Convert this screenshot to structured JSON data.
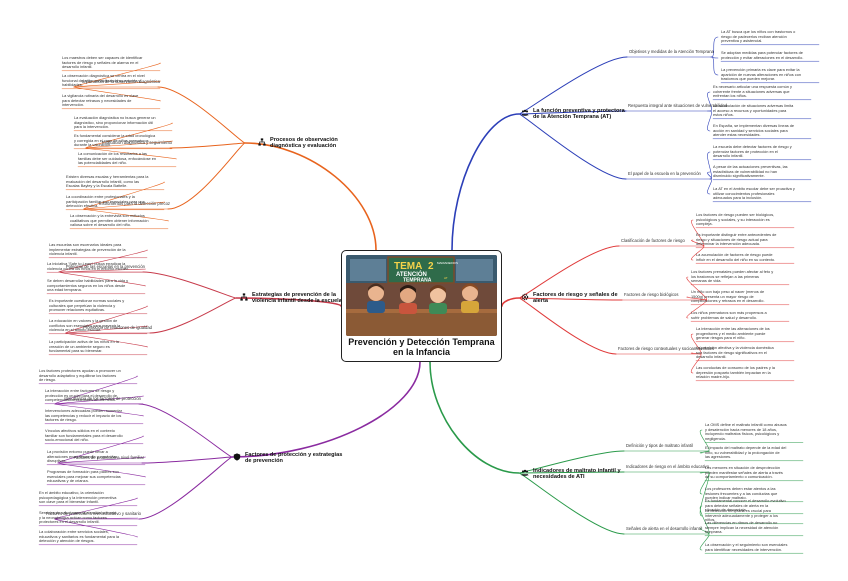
{
  "center": {
    "title_line1": "Prevención y Detección Temprana",
    "title_line2": "en la Infancia",
    "banner_word1": "TEMA",
    "banner_number": "2",
    "banner_tag": "MARIADEDIOS",
    "banner_word2": "ATENCIÓN",
    "banner_word3": "TEMPRANA",
    "banner_mini": "AT"
  },
  "colors": {
    "left_top": "#e8641e",
    "left_mid": "#c73b4b",
    "left_bottom": "#8a2ba0",
    "right_top": "#2c3fb8",
    "right_mid": "#e03a3a",
    "right_bottom": "#2a9a4a"
  },
  "branches": {
    "left_top": {
      "title_line1": "Procesos de observación",
      "title_line2": "diagnóstica y evaluación",
      "icon": "hierarchy-icon",
      "subs": [
        {
          "label": "Importancia de la observación diagnóstica",
          "leaves": [
            [
              "Los maestros deben ser capaces de identificar",
              "factores de riesgo y señales de alarma en el",
              "desarrollo infantil."
            ],
            [
              "La observación diagnóstica se centra en el nivel",
              "funcional del niño, considerando su entorno y",
              "habilidades."
            ],
            [
              "La vigilancia rutinaria del desarrollo es clave",
              "para detectar retrasos y necesidades de",
              "intervención."
            ]
          ]
        },
        {
          "label": "Evaluación diagnóstica y seguimiento",
          "leaves": [
            [
              "La evaluación diagnóstica no busca generar un",
              "diagnóstico, sino proporcionar información útil",
              "para la intervención."
            ],
            [
              "Es fundamental considerar la edad cronológica",
              "y corregida en el caso de niños prematuros",
              "durante la valoración."
            ],
            [
              "La comunicación de los resultados a las",
              "familias debe ser cuidadosa, enfocándose en",
              "las potencialidades del niño."
            ]
          ]
        },
        {
          "label": "Instrumentos para la detección precoz",
          "leaves": [
            [
              "Existen diversas escalas y herramientas para la",
              "evaluación del desarrollo infantil, como las",
              "Escalas Bayley y la Escala Battelle."
            ],
            [
              "La coordinación entre profesionales y la",
              "participación familiar son esenciales para una",
              "detección efectiva."
            ],
            [
              "La observación y la entrevista son métodos",
              "cualitativos que permiten obtener información",
              "valiosa sobre el desarrollo del niño."
            ]
          ]
        }
      ]
    },
    "left_mid": {
      "title_line1": "Estrategias de prevención de la",
      "title_line2": "violencia infantil desde la escuela",
      "icon": "hierarchy-icon",
      "subs": [
        {
          "label": "Potencial de las escuelas en la prevención",
          "leaves": [
            [
              "Las escuelas son escenarios ideales para",
              "implementar estrategias de prevención de la",
              "violencia infantil."
            ],
            [
              "La iniciativa 'Safe to Learn' busca erradicar la",
              "violencia contra los niños en el entorno escolar."
            ],
            [
              "Se deben desarrollar habilidades para la vida y",
              "comportamientos seguros en los niños desde",
              "una edad temprana."
            ]
          ]
        },
        {
          "label": "Promoción de relaciones de igualdad",
          "leaves": [
            [
              "Es importante cuestionar normas sociales y",
              "culturales que perpetúan la violencia y",
              "promover relaciones equitativas."
            ],
            [
              "La educación en valores y la gestión de",
              "conflictos son esenciales para prevenir la",
              "violencia en el ámbito escolar."
            ],
            [
              "La participación activa de los niños en la",
              "creación de un ambiente seguro es",
              "fundamental para su bienestar."
            ]
          ]
        }
      ]
    },
    "left_bottom": {
      "title_line1": "Factores de protección y estrategias",
      "title_line2": "de prevención",
      "icon": "shield-icon",
      "subs": [
        {
          "label": "Importancia de los factores de protección",
          "leaves": [
            [
              "Los factores protectores ayudan a promover un",
              "desarrollo adaptativo y equilibrar los factores",
              "de riesgo."
            ],
            [
              "La interacción entre factores de riesgo y",
              "protección es crucial para el desarrollo de",
              "competencias conductuales en los niños."
            ],
            [
              "Intervenciones adecuadas pueden aumentar",
              "las competencias y reducir el impacto de los",
              "factores de riesgo."
            ]
          ]
        },
        {
          "label": "Factores de protección a nivel familiar",
          "leaves": [
            [
              "Vínculos afectivos sólidos en el contexto",
              "familiar son fundamentales para el desarrollo",
              "socio-emocional del niño."
            ],
            [
              "La provisión entorno puede llevar a",
              "alteraciones en el desarrollo y conductas",
              "disruptivas."
            ],
            [
              "Programas de formación para padres son",
              "esenciales para mejorar sus competencias",
              "educativas y de crianza."
            ]
          ]
        },
        {
          "label": "Factores de protección a nivel educativo y sanitario",
          "leaves": [
            [
              "En el ámbito educativo, la orientación",
              "psicopedagógica y la intervención preventiva",
              "son clave para el bienestar infantil."
            ],
            [
              "Servicios de salud como la atención primaria",
              "y la neonatología actúan como factores",
              "protectores en el desarrollo infantil."
            ],
            [
              "La colaboración entre servicios sociales,",
              "educativos y sanitarios es fundamental para la",
              "detección y atención de riesgos."
            ]
          ]
        }
      ]
    },
    "right_top": {
      "title_line1": "La función preventiva y protectora",
      "title_line2": "de la Atención Temprana (AT)",
      "icon": "people-icon",
      "subs": [
        {
          "label": "Objetivos y medidas de la Atención Temprana",
          "leaves": [
            [
              "La AT busca que los niños con trastornos o",
              "riesgo de padecerlos reciban atención",
              "preventiva y asistencial."
            ],
            [
              "Se adoptan medidas para potenciar factores de",
              "protección y evitar alteraciones en el desarrollo."
            ],
            [
              "La prevención primaria es clave para evitar la",
              "aparición de nuevas alteraciones en niños con",
              "trastornos que pueden mejorar."
            ]
          ]
        },
        {
          "label": "Respuesta integral ante situaciones de vulnerabilidad",
          "leaves": [
            [
              "Es necesario articular una respuesta común y",
              "coherente frente a situaciones adversas que",
              "enfrentan los niños."
            ],
            [
              "La acumulación de situaciones adversas limita",
              "el acceso a recursos y oportunidades para",
              "estos niños."
            ],
            [
              "En España, se implementan diversas líneas de",
              "acción en sanidad y servicios sociales para",
              "atender estas necesidades."
            ]
          ]
        },
        {
          "label": "El papel de la escuela en la prevención",
          "leaves": [
            [
              "La escuela debe detectar factores de riesgo y",
              "potenciar factores de protección en el",
              "desarrollo infantil."
            ],
            [
              "A pesar de las actuaciones preventivas, las",
              "estadísticas de vulnerabilidad no han",
              "disminuido significativamente."
            ],
            [
              "La AT en el ámbito escolar debe ser proactiva y",
              "utilizar conocimientos profesionales",
              "adecuados para la inclusión."
            ]
          ]
        }
      ]
    },
    "right_mid": {
      "title_line1": "Factores de riesgo y señales de",
      "title_line2": "alerta",
      "icon": "gear-icon",
      "subs": [
        {
          "label": "Clasificación de factores de riesgo",
          "leaves": [
            [
              "Los factores de riesgo pueden ser biológicos,",
              "psicológicos y sociales, y su interacción es",
              "compleja."
            ],
            [
              "Es importante distinguir entre antecedentes de",
              "riesgo y situaciones de riesgo actual para",
              "determinar la intervención adecuada."
            ],
            [
              "La acumulación de factores de riesgo puede",
              "influir en el desarrollo del niño en su contexto."
            ]
          ]
        },
        {
          "label": "Factores de riesgo biológicos",
          "leaves": [
            [
              "Los factores prenatales pueden afectar al feto y",
              "los trastornos se reflejan a las primeras",
              "semanas de vida."
            ],
            [
              "Un niño con bajo peso al nacer (menos de",
              "1500g) presenta un mayor riesgo de",
              "complicaciones y retrasos en el desarrollo."
            ],
            [
              "Los niños prematuros son más propensos a",
              "sufrir problemas de salud y desarrollo."
            ]
          ]
        },
        {
          "label": "Factores de riesgo contextuales y socioambientales",
          "leaves": [
            [
              "La interacción entre las alteraciones de los",
              "progenitores y el medio ambiente puede",
              "generar riesgos para el niño."
            ],
            [
              "La privación afectiva y la violencia doméstica",
              "son factores de riesgo significativos en el",
              "desarrollo infantil."
            ],
            [
              "Las conductas de consumo de los padres y la",
              "depresión posparto también impactan en la",
              "relación madre-hijo."
            ]
          ]
        }
      ]
    },
    "right_bottom": {
      "title_line1": "Indicadores de maltrato infantil y",
      "title_line2": "necesidades de ATI",
      "icon": "people-icon",
      "subs": [
        {
          "label": "Definición y tipos de maltrato infantil",
          "leaves": [
            [
              "La OMS define el maltrato infantil como abusos",
              "y desatención hacia menores de 18 años,",
              "incluyendo maltratos físicos, psicológicos y",
              "negligencia."
            ],
            [
              "El impacto del maltrato depende de la edad del",
              "niño, su vulnerabilidad y la prolongación de",
              "las agresiones."
            ]
          ]
        },
        {
          "label": "Indicadores de riesgo en el ámbito educativo",
          "leaves": [
            [
              "Los menores en situación de desprotección",
              "pueden manifestar señales de alerta a través",
              "de su comportamiento o comunicación."
            ],
            [
              "Los profesores deben estar atentos a las",
              "lesiones frecuentes y a las conductas que",
              "pueden indicar maltrato."
            ],
            [
              "La detección temprana es crucial para",
              "intervenir adecuadamente y proteger a los",
              "niños."
            ]
          ]
        },
        {
          "label": "Señales de alerta en el desarrollo infantil",
          "leaves": [
            [
              "Es fundamental conocer el desarrollo evolutivo",
              "para detectar señales de alerta en la",
              "situación de desventaja."
            ],
            [
              "Las diferencias en ritmos de desarrollo no",
              "siempre implican la necesidad de atención",
              "temprana."
            ],
            [
              "La observación y el seguimiento son esenciales",
              "para identificar necesidades de intervención."
            ]
          ]
        }
      ]
    }
  }
}
